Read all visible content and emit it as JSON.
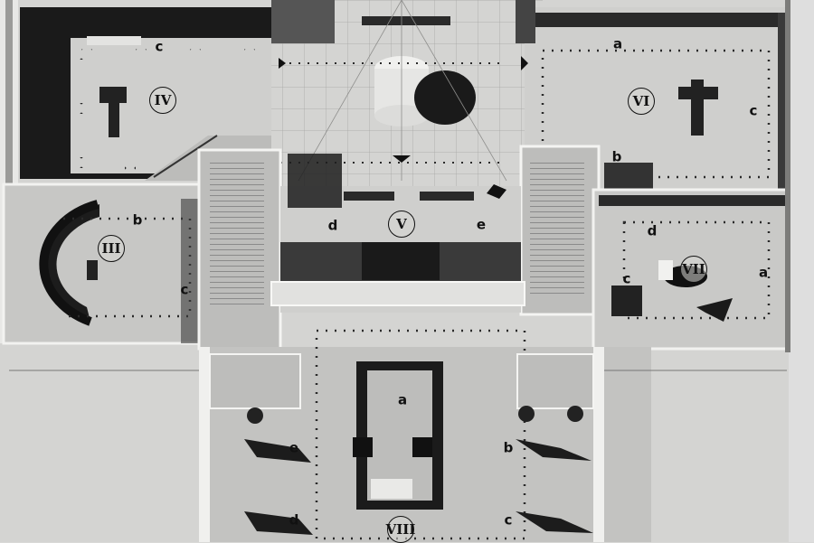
{
  "room_numbers": {
    "r3": "III",
    "r4": "IV",
    "r5": "V",
    "r6": "VI",
    "r7": "VII",
    "r8": "VIII"
  },
  "display_letters": {
    "r4_c": "c",
    "r6_a": "a",
    "r6_c": "c",
    "r6_b": "b",
    "r3_b": "b",
    "r3_c": "c",
    "r5_d": "d",
    "r5_e": "e",
    "r7_d": "d",
    "r7_c": "c",
    "r7_a": "a",
    "r8_a": "a",
    "r8_e": "e",
    "r8_b": "b",
    "r8_d": "d",
    "r8_c": "c"
  },
  "colors": {
    "model_base": "#d9d9d7",
    "wall_dark": "#1c1c1c",
    "glass": "#bdbdbb"
  }
}
